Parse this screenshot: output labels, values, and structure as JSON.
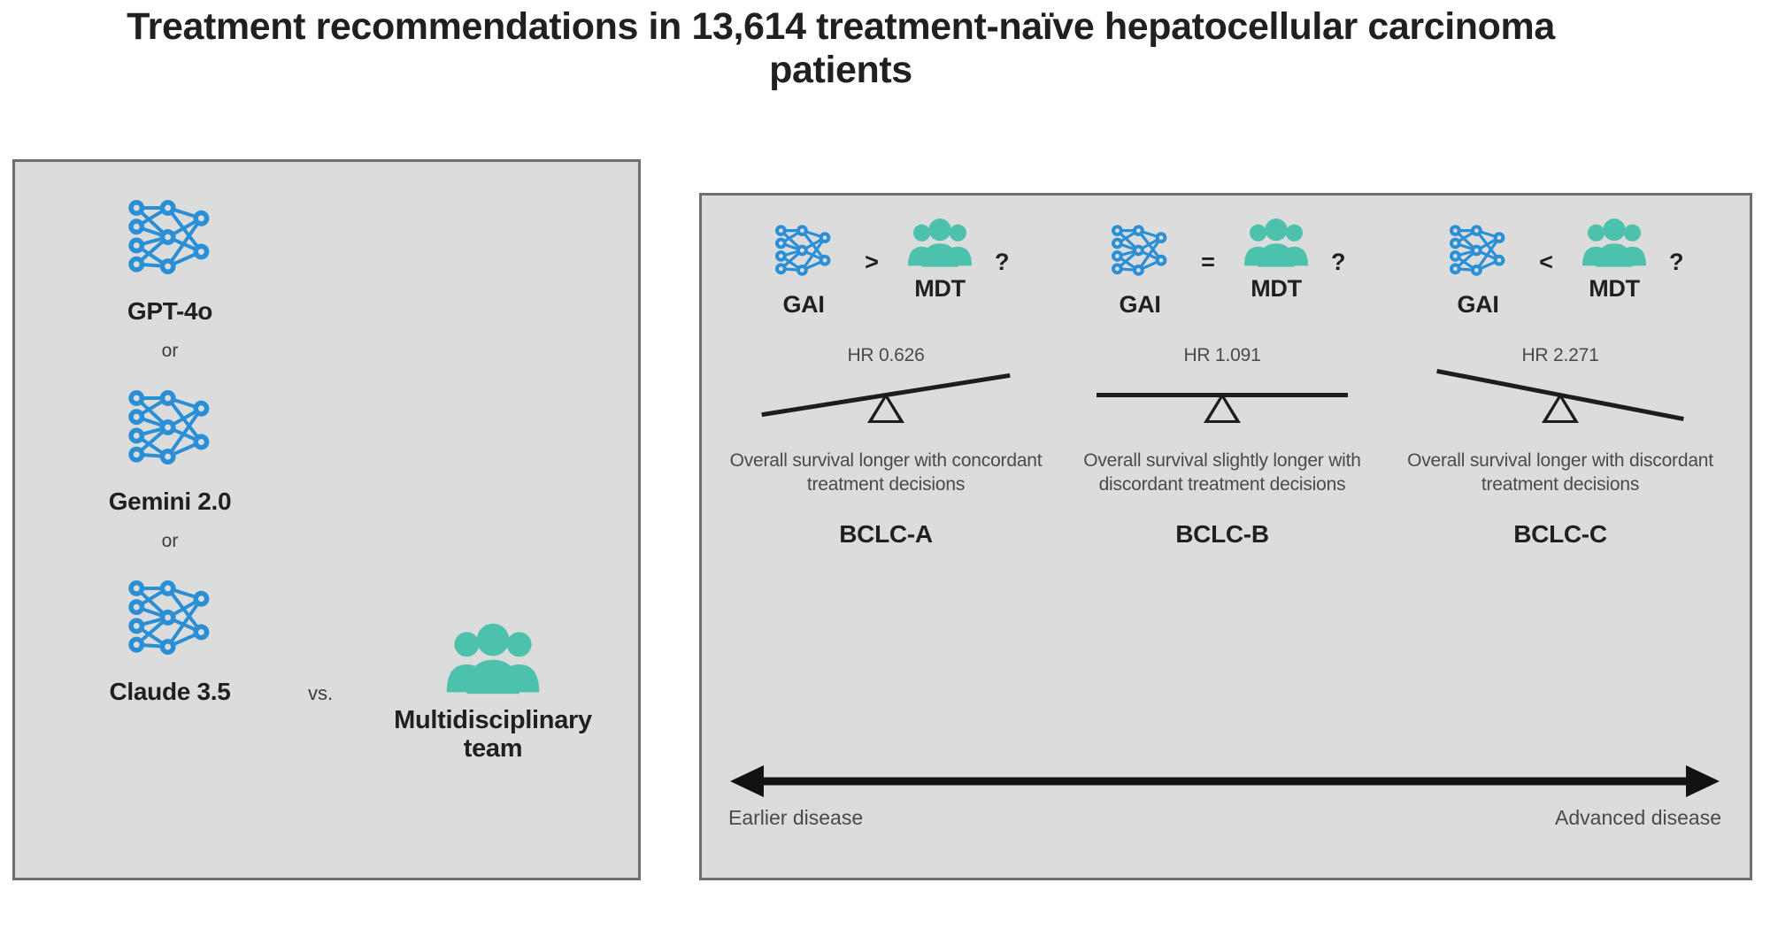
{
  "title": "Treatment recommendations in 13,614 treatment-naïve hepatocellular carcinoma patients",
  "colors": {
    "ai_blue": "#2b8fd6",
    "team_teal": "#4cc2ac",
    "panel_fill": "#dcdcdc",
    "panel_border": "#6f6f6f",
    "text_dark": "#231f20",
    "text_gray": "#4a4a4a"
  },
  "left_panel": {
    "models": [
      {
        "icon": "neural-network-icon",
        "label": "GPT-4o"
      },
      {
        "icon": "neural-network-icon",
        "label": "Gemini 2.0"
      },
      {
        "icon": "neural-network-icon",
        "label": "Claude 3.5"
      }
    ],
    "or_label": "or",
    "vs_label": "vs.",
    "comparator": {
      "icon": "people-group-icon",
      "label_line1": "Multidisciplinary",
      "label_line2": "team"
    }
  },
  "right_panel": {
    "stages": [
      {
        "gai_label": "GAI",
        "gai_icon": "neural-network-icon",
        "operator": ">",
        "mdt_label": "MDT",
        "mdt_icon": "people-group-icon",
        "question_mark": "?",
        "hr_text": "HR 0.626",
        "hr_value": 0.626,
        "tilt_deg": -9,
        "caption": "Overall survival longer with concordant treatment decisions",
        "bclc": "BCLC-A"
      },
      {
        "gai_label": "GAI",
        "gai_icon": "neural-network-icon",
        "operator": "=",
        "mdt_label": "MDT",
        "mdt_icon": "people-group-icon",
        "question_mark": "?",
        "hr_text": "HR 1.091",
        "hr_value": 1.091,
        "tilt_deg": 0,
        "caption": "Overall survival slightly longer with discordant treatment decisions",
        "bclc": "BCLC-B"
      },
      {
        "gai_label": "GAI",
        "gai_icon": "neural-network-icon",
        "operator": "<",
        "mdt_label": "MDT",
        "mdt_icon": "people-group-icon",
        "question_mark": "?",
        "hr_text": "HR 2.271",
        "hr_value": 2.271,
        "tilt_deg": 11,
        "caption": "Overall survival longer with discordant treatment decisions",
        "bclc": "BCLC-C"
      }
    ],
    "axis": {
      "icon": "double-headed-arrow-icon",
      "left_label": "Earlier disease",
      "right_label": "Advanced disease"
    }
  }
}
